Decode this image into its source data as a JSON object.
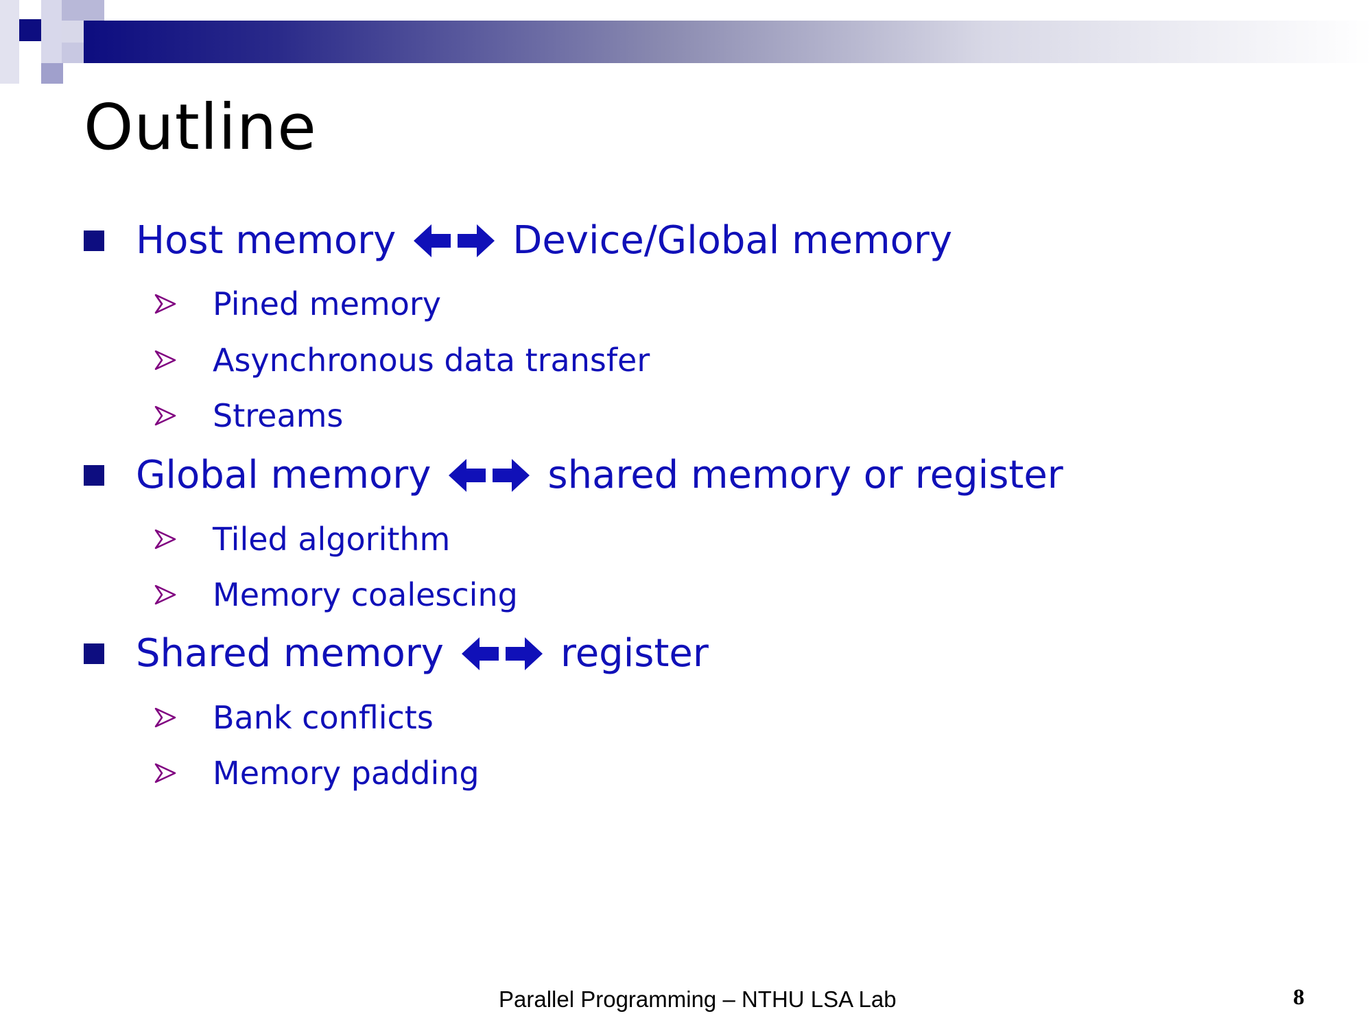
{
  "slide": {
    "title": "Outline",
    "items": [
      {
        "left": "Host memory",
        "arrows_icon": "double-arrow-icon",
        "right": "Device/Global memory",
        "subitems": [
          "Pined memory",
          "Asynchronous data transfer",
          "Streams"
        ]
      },
      {
        "left": "Global memory",
        "arrows_icon": "double-arrow-icon",
        "right": "shared memory or register",
        "subitems": [
          "Tiled algorithm",
          "Memory coalescing"
        ]
      },
      {
        "left": "Shared memory",
        "arrows_icon": "double-arrow-icon",
        "right": "register",
        "subitems": [
          "Bank conflicts",
          "Memory padding"
        ]
      }
    ],
    "footer": "Parallel Programming – NTHU LSA Lab",
    "page_number": "8"
  },
  "colors": {
    "text_blue": "#1010b8",
    "bullet_navy": "#0d0d80",
    "sub_bullet_purple": "#800080"
  }
}
